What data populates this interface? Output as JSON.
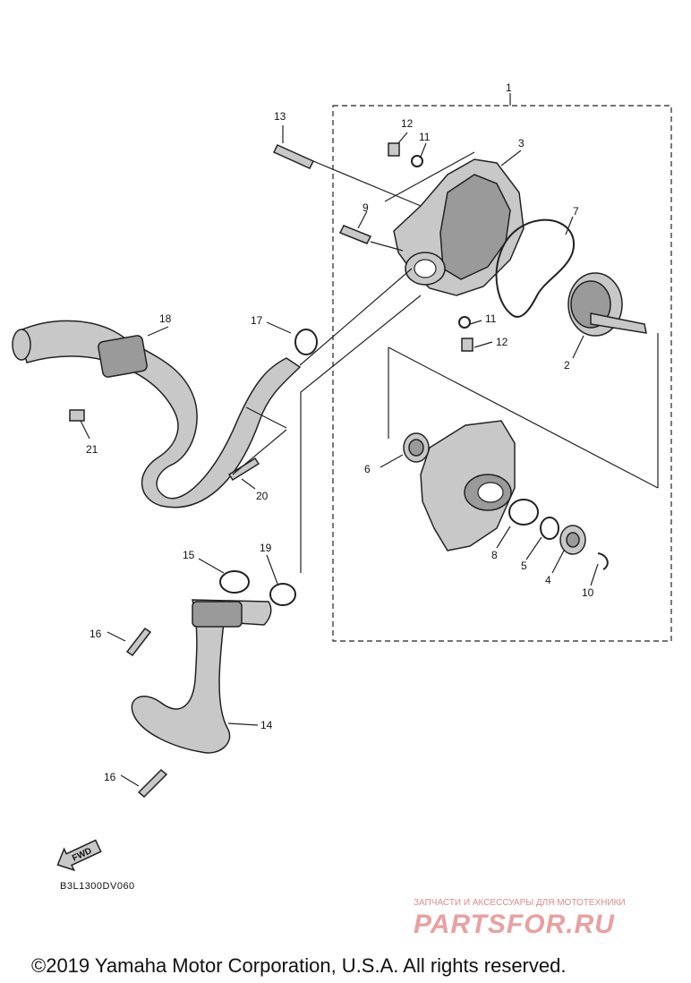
{
  "callouts": {
    "c1": "1",
    "c2": "2",
    "c3": "3",
    "c4": "4",
    "c5": "5",
    "c6": "6",
    "c7": "7",
    "c8": "8",
    "c9": "9",
    "c10": "10",
    "c11a": "11",
    "c11b": "11",
    "c12a": "12",
    "c12b": "12",
    "c13": "13",
    "c14": "14",
    "c15": "15",
    "c16a": "16",
    "c16b": "16",
    "c17": "17",
    "c18": "18",
    "c19": "19",
    "c20": "20",
    "c21": "21"
  },
  "fwd_label": "FWD",
  "diagram_code": "B3L1300DV060",
  "watermark": {
    "line1": "ЗАПЧАСТИ И АКСЕССУАРЫ ДЛЯ МОТОТЕХНИКИ",
    "logo": "PARTSFOR.RU"
  },
  "copyright": "©2019 Yamaha Motor Corporation, U.S.A. All rights reserved."
}
